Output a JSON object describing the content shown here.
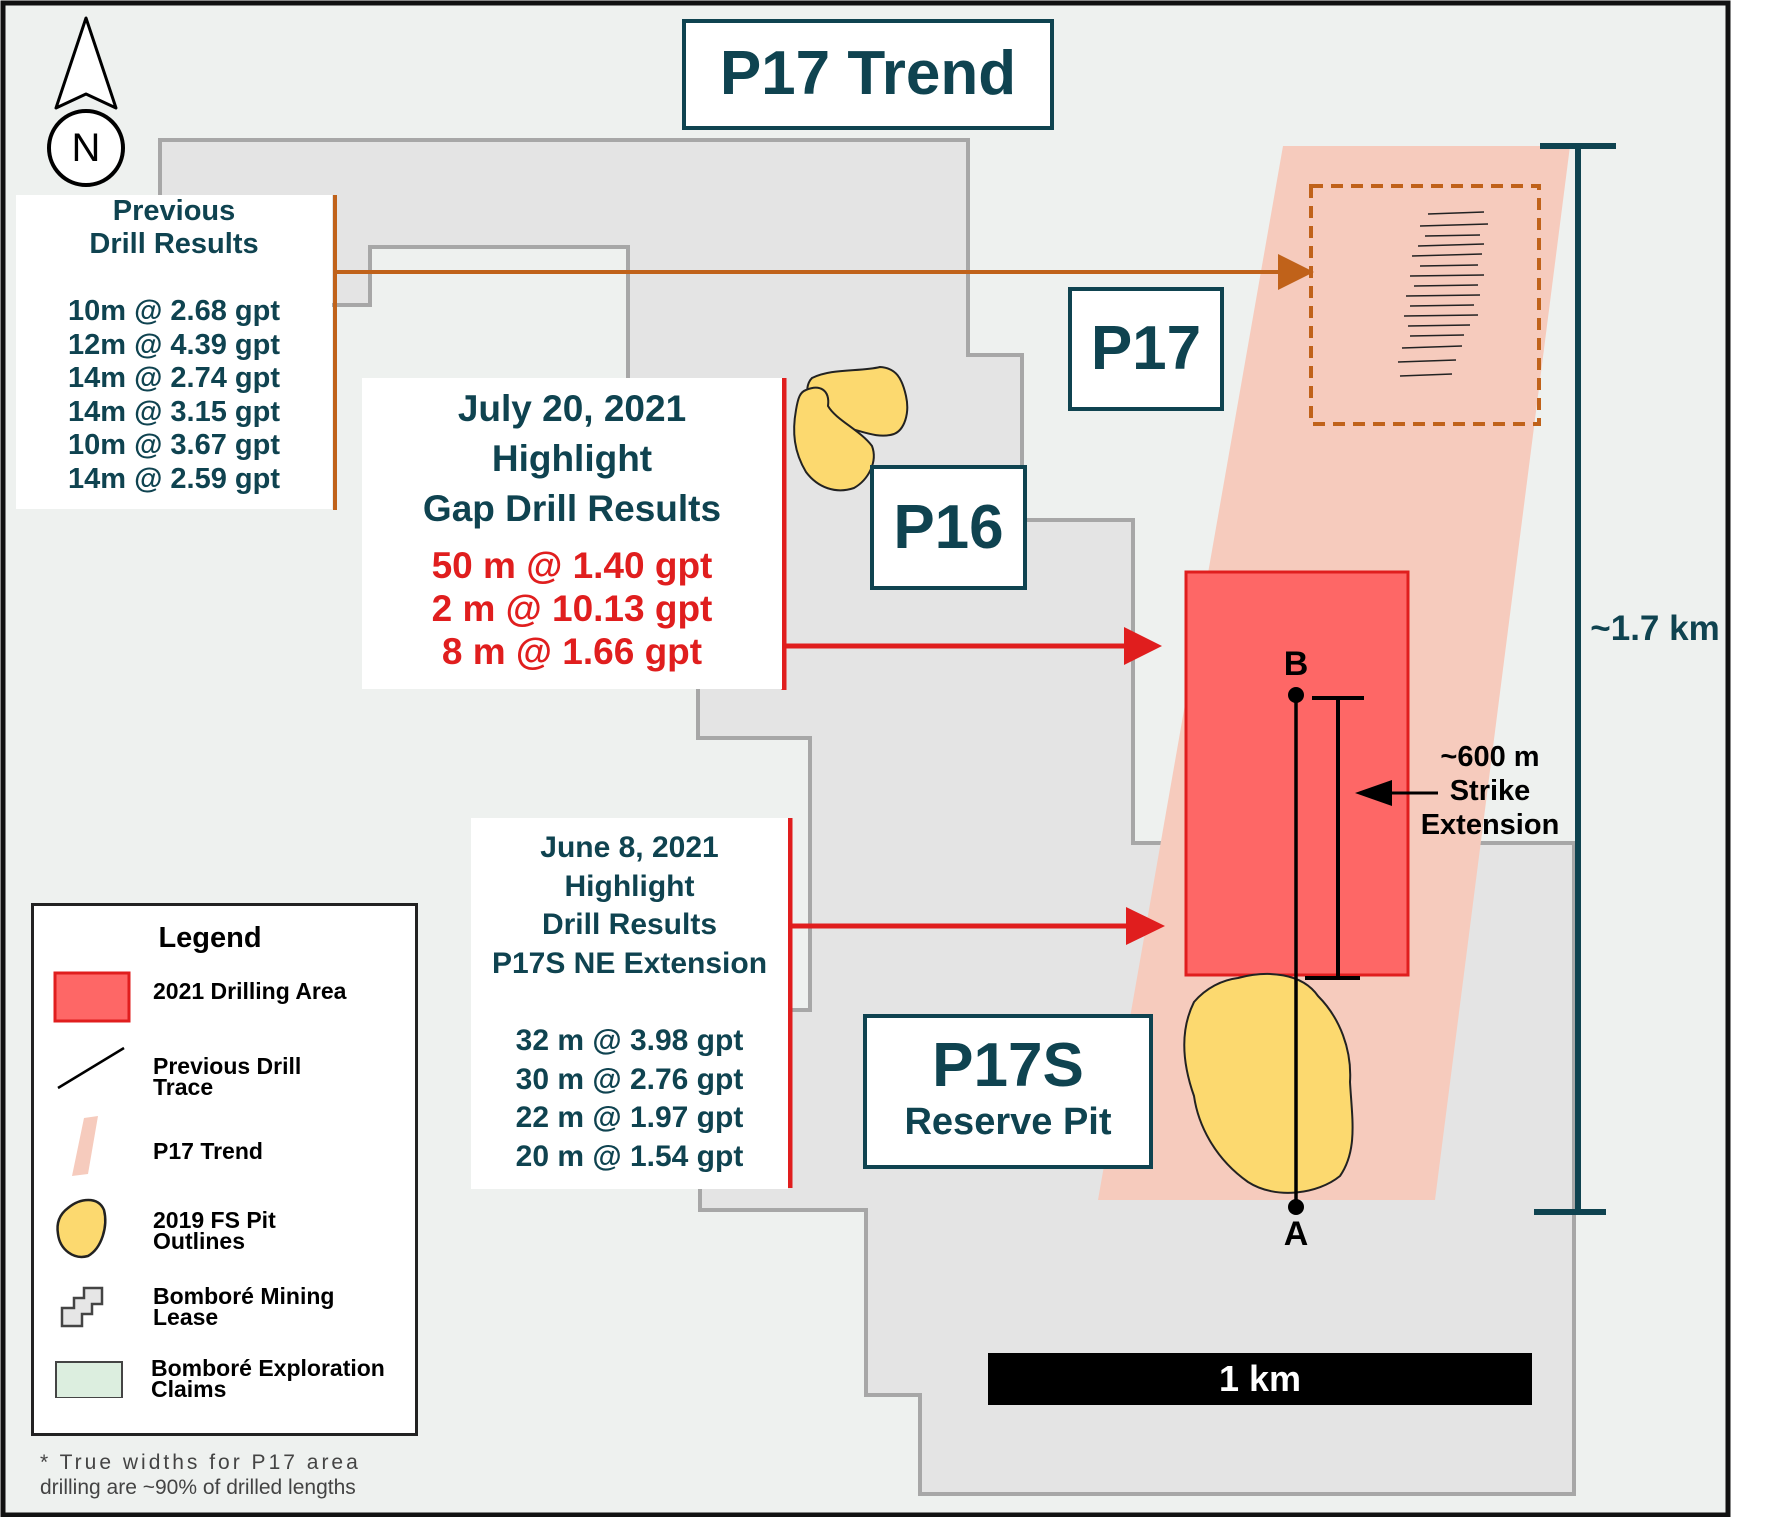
{
  "title": "P17 Trend",
  "north_arrow": {
    "label": "N",
    "icon": "north-arrow-icon"
  },
  "deposit_labels": {
    "p17": "P17",
    "p16": "P16",
    "p17s": "P17S",
    "p17s_sub": "Reserve Pit"
  },
  "previous_results": {
    "heading_line1": "Previous",
    "heading_line2": "Drill Results",
    "results": [
      "10m @ 2.68 gpt",
      "12m @ 4.39 gpt",
      "14m @ 2.74 gpt",
      "14m @ 3.15 gpt",
      "10m @ 3.67 gpt",
      "14m @ 2.59 gpt"
    ]
  },
  "july_results": {
    "heading": [
      "July 20, 2021",
      "Highlight",
      "Gap Drill Results"
    ],
    "results": [
      "50 m @ 1.40 gpt",
      "2 m @ 10.13 gpt",
      "8 m @ 1.66 gpt"
    ]
  },
  "june_results": {
    "heading": [
      "June 8, 2021",
      "Highlight",
      "Drill Results",
      "P17S NE Extension"
    ],
    "results": [
      "32 m @ 3.98 gpt",
      "30 m @ 2.76 gpt",
      "22 m @ 1.97 gpt",
      "20 m @ 1.54 gpt"
    ]
  },
  "section_points": {
    "a": "A",
    "b": "B"
  },
  "strike_extension": [
    "~600 m",
    "Strike",
    "Extension"
  ],
  "trend_length": "~1.7 km",
  "scale_bar": "1 km",
  "legend": {
    "title": "Legend",
    "items": [
      {
        "label_line1": "2021 Drilling Area",
        "label_line2": "",
        "icon": "drilling-area-swatch-icon"
      },
      {
        "label_line1": "Previous Drill",
        "label_line2": "Trace",
        "icon": "drill-trace-icon"
      },
      {
        "label_line1": "P17 Trend",
        "label_line2": "",
        "icon": "trend-swatch-icon"
      },
      {
        "label_line1": "2019 FS Pit",
        "label_line2": "Outlines",
        "icon": "pit-outline-icon"
      },
      {
        "label_line1": "Bomboré Mining",
        "label_line2": "Lease",
        "icon": "mining-lease-icon"
      },
      {
        "label_line1": "Bomboré Exploration",
        "label_line2": "Claims",
        "icon": "exploration-claims-icon"
      }
    ]
  },
  "footnote": [
    "* True widths for P17 area",
    "drilling are ~90% of drilled lengths"
  ],
  "colors": {
    "teal": "#0f4350",
    "red": "#e01e1e",
    "orange": "#c0621a",
    "trend": "#f6cbbd",
    "drilling_area": "#fe6766",
    "pit": "#fcd96f",
    "lease_fill": "#e4e4e4",
    "lease_outline": "#a7a7a7",
    "background": "#eef1ef"
  }
}
